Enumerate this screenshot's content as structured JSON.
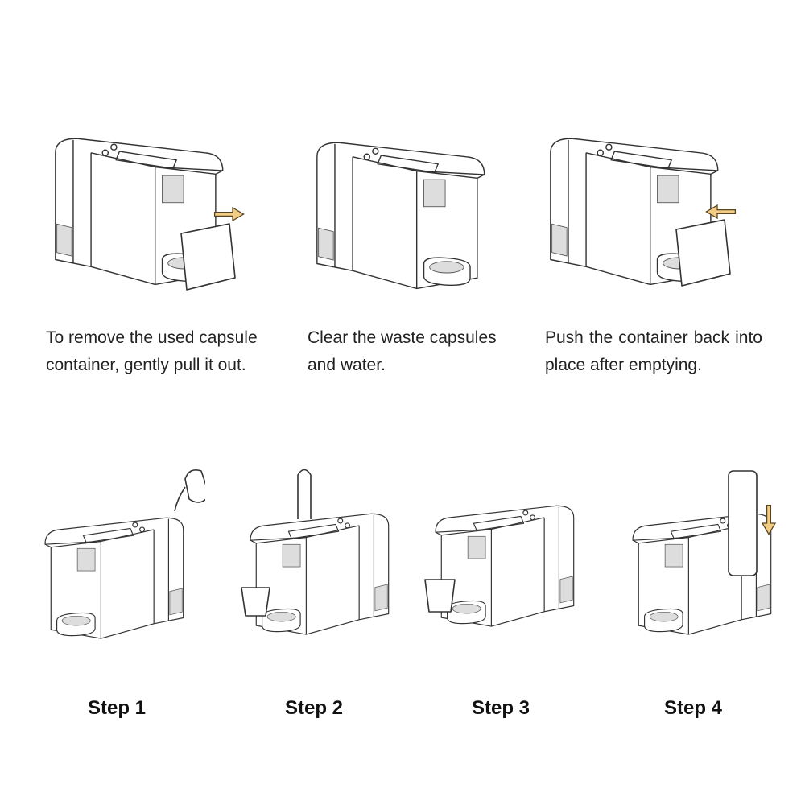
{
  "top_steps": [
    {
      "caption": "To remove the used capsule container, gently pull it out."
    },
    {
      "caption": "Clear the waste capsules and water."
    },
    {
      "caption": "Push the container back into place after emptying."
    }
  ],
  "bottom_steps": [
    {
      "label": "Step 1"
    },
    {
      "label": "Step 2"
    },
    {
      "label": "Step 3"
    },
    {
      "label": "Step 4"
    }
  ],
  "colors": {
    "arrow_fill": "#f3cd86",
    "arrow_stroke": "#5a4420",
    "text": "#222222"
  }
}
